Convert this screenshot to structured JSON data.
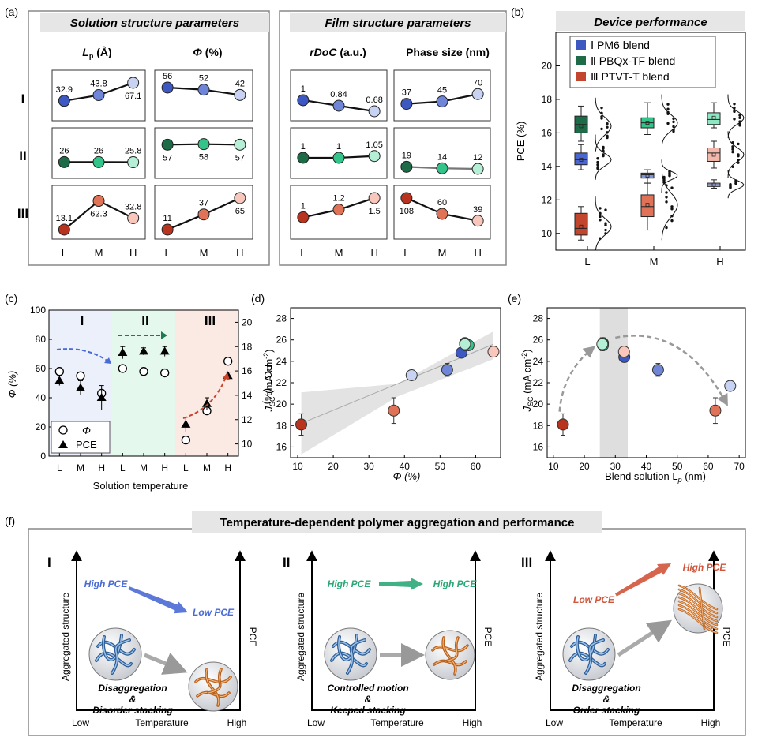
{
  "panel_labels": {
    "a": "(a)",
    "b": "(b)",
    "c": "(c)",
    "d": "(d)",
    "e": "(e)",
    "f": "(f)"
  },
  "colors": {
    "I": {
      "L": "#3d58c0",
      "M": "#6f86d8",
      "H": "#c8d2f2"
    },
    "II": {
      "L": "#1e6b48",
      "M": "#33c48a",
      "H": "#b5f0d6"
    },
    "III": {
      "L": "#b8341e",
      "M": "#e07258",
      "H": "#f8c6bb"
    },
    "header_bg": "#e6e6e6",
    "panel_border": "#888888",
    "shade_I": "#ecf0fb",
    "shade_II": "#e5f8ee",
    "shade_III": "#fbe9e4"
  },
  "roman": [
    "I",
    "II",
    "III"
  ],
  "panel_a": {
    "header_left": "Solution structure parameters",
    "header_right": "Film structure parameters",
    "columns": [
      {
        "label_main": "L",
        "label_sub": "p",
        "label_unit": " (Å)",
        "italic": true
      },
      {
        "label_main": "Φ",
        "label_sub": "",
        "label_unit": " (%)",
        "italic": true
      },
      {
        "label_main": "rDoC",
        "label_sub": "",
        "label_unit": " (a.u.)",
        "italic": true
      },
      {
        "label_main": "Phase size (nm)",
        "label_sub": "",
        "label_unit": "",
        "italic": false
      }
    ],
    "xticks": [
      "L",
      "M",
      "H"
    ]
  },
  "panel_b": {
    "header": "Device performance",
    "ylabel": "PCE (%)",
    "legend": [
      {
        "num": "Ⅰ",
        "name": "PM6 blend"
      },
      {
        "num": "Ⅱ",
        "name": "PBQx-TF blend"
      },
      {
        "num": "Ⅲ",
        "name": "PTVT-T blend"
      }
    ]
  },
  "panel_c": {
    "xlabel": "Solution temperature",
    "ylabel_left": "Φ (%)",
    "ylabel_right": "PCE (%)",
    "legend_phi": "Φ",
    "legend_pce": "PCE"
  },
  "panel_d": {
    "ylabel_main": "J",
    "ylabel_sub": "SC",
    "ylabel_unit": " (mA cm",
    "ylabel_sup": "-2",
    "xlabel": "Φ (%)"
  },
  "panel_e": {
    "ylabel_main": "J",
    "ylabel_sub": "SC",
    "ylabel_unit": " (mA cm",
    "ylabel_sup": "-2",
    "xlabel_main": "Blend solution L",
    "xlabel_sub": "p",
    "xlabel_unit": " (nm)"
  },
  "panel_f": {
    "title": "Temperature-dependent polymer aggregation and performance",
    "ylabel": "Aggregated structure",
    "ylabel_right": "PCE",
    "x_low": "Low",
    "x_mid": "Temperature",
    "x_high": "High",
    "I": {
      "pce_start": "High PCE",
      "pce_end": "Low PCE",
      "caption1": "Disaggregation",
      "caption2": "&",
      "caption3": "Disorder stacking"
    },
    "II": {
      "pce_start": "High PCE",
      "pce_end": "High PCE",
      "caption1": "Controlled motion",
      "caption2": "&",
      "caption3": "Keeped stacking"
    },
    "III": {
      "pce_start": "Low PCE",
      "pce_end": "High PCE",
      "caption1": "Disaggregation",
      "caption2": "&",
      "caption3": "Order stacking"
    }
  },
  "chart_data": [
    {
      "id": "a_lp",
      "type": "line",
      "title": "Lp (Å)",
      "categories": [
        "L",
        "M",
        "H"
      ],
      "series": [
        {
          "name": "I",
          "values": [
            32.9,
            43.8,
            67.1
          ],
          "labels": [
            "32.9",
            "43.8",
            "67.1"
          ]
        },
        {
          "name": "II",
          "values": [
            26,
            26,
            25.8
          ],
          "labels": [
            "26",
            "26",
            "25.8"
          ]
        },
        {
          "name": "III",
          "values": [
            13.1,
            62.3,
            32.8
          ],
          "labels": [
            "13.1",
            "62.3",
            "32.8"
          ]
        }
      ]
    },
    {
      "id": "a_phi",
      "type": "line",
      "title": "Φ (%)",
      "categories": [
        "L",
        "M",
        "H"
      ],
      "series": [
        {
          "name": "I",
          "values": [
            56,
            52,
            42
          ],
          "labels": [
            "56",
            "52",
            "42"
          ]
        },
        {
          "name": "II",
          "values": [
            57,
            58,
            57
          ],
          "labels": [
            "57",
            "58",
            "57"
          ]
        },
        {
          "name": "III",
          "values": [
            11,
            37,
            65
          ],
          "labels": [
            "11",
            "37",
            "65"
          ]
        }
      ]
    },
    {
      "id": "a_rdoc",
      "type": "line",
      "title": "rDoC (a.u.)",
      "categories": [
        "L",
        "M",
        "H"
      ],
      "series": [
        {
          "name": "I",
          "values": [
            1,
            0.84,
            0.68
          ],
          "labels": [
            "1",
            "0.84",
            "0.68"
          ]
        },
        {
          "name": "II",
          "values": [
            1,
            1,
            1.05
          ],
          "labels": [
            "1",
            "1",
            "1.05"
          ]
        },
        {
          "name": "III",
          "values": [
            1,
            1.2,
            1.5
          ],
          "labels": [
            "1",
            "1.2",
            "1.5"
          ]
        }
      ]
    },
    {
      "id": "a_phase",
      "type": "line",
      "title": "Phase size (nm)",
      "categories": [
        "L",
        "M",
        "H"
      ],
      "series": [
        {
          "name": "I",
          "values": [
            37,
            45,
            70
          ],
          "labels": [
            "37",
            "45",
            "70"
          ]
        },
        {
          "name": "II",
          "values": [
            19,
            14,
            12
          ],
          "labels": [
            "19",
            "14",
            "12"
          ]
        },
        {
          "name": "III",
          "values": [
            108,
            60,
            39
          ],
          "labels": [
            "108",
            "60",
            "39"
          ]
        }
      ]
    },
    {
      "id": "b",
      "type": "box",
      "categories": [
        "L",
        "M",
        "H"
      ],
      "ylim": [
        9,
        22
      ],
      "yticks": [
        10,
        12,
        14,
        16,
        18,
        20
      ],
      "series": [
        {
          "name": "PM6 blend",
          "boxes": [
            {
              "min": 13.8,
              "q1": 14.1,
              "med": 14.4,
              "q3": 14.8,
              "max": 15.3,
              "mean": 14.4
            },
            {
              "min": 13.0,
              "q1": 13.3,
              "med": 13.5,
              "q3": 13.6,
              "max": 13.8,
              "mean": 13.45
            },
            {
              "min": 12.7,
              "q1": 12.8,
              "med": 12.9,
              "q3": 13.0,
              "max": 13.2,
              "mean": 12.9
            }
          ]
        },
        {
          "name": "PBQx-TF blend",
          "boxes": [
            {
              "min": 15.5,
              "q1": 16.0,
              "med": 16.5,
              "q3": 17.0,
              "max": 17.6,
              "mean": 16.4
            },
            {
              "min": 15.9,
              "q1": 16.3,
              "med": 16.6,
              "q3": 16.9,
              "max": 17.8,
              "mean": 16.6
            },
            {
              "min": 16.3,
              "q1": 16.5,
              "med": 16.8,
              "q3": 17.2,
              "max": 17.8,
              "mean": 16.9
            }
          ]
        },
        {
          "name": "PTVT-T blend",
          "boxes": [
            {
              "min": 9.6,
              "q1": 9.9,
              "med": 10.3,
              "q3": 11.2,
              "max": 11.6,
              "mean": 10.4
            },
            {
              "min": 10.2,
              "q1": 11.0,
              "med": 11.6,
              "q3": 12.3,
              "max": 13.0,
              "mean": 11.7
            },
            {
              "min": 13.9,
              "q1": 14.3,
              "med": 14.8,
              "q3": 15.1,
              "max": 15.5,
              "mean": 14.7
            }
          ]
        }
      ]
    },
    {
      "id": "c",
      "type": "scatter",
      "categories": [
        "L",
        "M",
        "H",
        "L",
        "M",
        "H",
        "L",
        "M",
        "H"
      ],
      "ylim_left": [
        0,
        100
      ],
      "ylim_right": [
        9,
        21
      ],
      "yticks_left": [
        0,
        20,
        40,
        60,
        80,
        100
      ],
      "yticks_right": [
        10,
        12,
        14,
        16,
        18,
        20
      ],
      "phi": [
        58,
        55,
        43,
        60,
        58,
        57,
        11,
        31,
        65
      ],
      "pce": [
        15.2,
        14.6,
        13.8,
        17.5,
        17.6,
        17.6,
        11.6,
        13.3,
        15.6
      ],
      "pce_err": [
        0.4,
        0.6,
        1.0,
        0.5,
        0.3,
        0.4,
        0.6,
        0.5,
        0.3
      ],
      "groups": [
        "I",
        "II",
        "III"
      ]
    },
    {
      "id": "d",
      "type": "scatter",
      "xlim": [
        8,
        67
      ],
      "ylim": [
        15,
        29
      ],
      "xticks": [
        10,
        20,
        30,
        40,
        50,
        60
      ],
      "yticks": [
        16,
        18,
        20,
        22,
        24,
        26,
        28
      ],
      "points": [
        {
          "g": "I",
          "c": "L",
          "x": 56,
          "y": 24.8,
          "err": 0.3
        },
        {
          "g": "I",
          "c": "M",
          "x": 52,
          "y": 23.2,
          "err": 0.6
        },
        {
          "g": "I",
          "c": "H",
          "x": 42,
          "y": 22.7,
          "err": 0.2
        },
        {
          "g": "II",
          "c": "L",
          "x": 57,
          "y": 25.7,
          "err": 0.5
        },
        {
          "g": "II",
          "c": "M",
          "x": 58,
          "y": 25.5,
          "err": 0.4
        },
        {
          "g": "II",
          "c": "H",
          "x": 57,
          "y": 25.6,
          "err": 0.6
        },
        {
          "g": "III",
          "c": "L",
          "x": 11,
          "y": 18.1,
          "err": 1.0
        },
        {
          "g": "III",
          "c": "M",
          "x": 37,
          "y": 19.4,
          "err": 1.2
        },
        {
          "g": "III",
          "c": "H",
          "x": 65,
          "y": 24.9,
          "err": 0.2
        }
      ],
      "fit": {
        "x0": 11,
        "y0": 18.2,
        "x1": 65,
        "y1": 25.6
      }
    },
    {
      "id": "e",
      "type": "scatter",
      "xlim": [
        8,
        72
      ],
      "ylim": [
        15,
        29
      ],
      "xticks": [
        10,
        20,
        30,
        40,
        50,
        60,
        70
      ],
      "yticks": [
        16,
        18,
        20,
        22,
        24,
        26,
        28
      ],
      "shade_x": [
        25,
        34
      ],
      "points": [
        {
          "g": "I",
          "c": "L",
          "x": 32.9,
          "y": 24.4,
          "err": 0.3
        },
        {
          "g": "I",
          "c": "M",
          "x": 43.8,
          "y": 23.2,
          "err": 0.6
        },
        {
          "g": "I",
          "c": "H",
          "x": 67.1,
          "y": 21.7,
          "err": 0.2
        },
        {
          "g": "II",
          "c": "L",
          "x": 26,
          "y": 25.7,
          "err": 0.5
        },
        {
          "g": "II",
          "c": "M",
          "x": 26,
          "y": 25.5,
          "err": 0.4
        },
        {
          "g": "II",
          "c": "H",
          "x": 25.8,
          "y": 25.6,
          "err": 0.6
        },
        {
          "g": "III",
          "c": "L",
          "x": 13.1,
          "y": 18.1,
          "err": 1.0
        },
        {
          "g": "III",
          "c": "M",
          "x": 62.3,
          "y": 19.4,
          "err": 1.2
        },
        {
          "g": "III",
          "c": "H",
          "x": 32.8,
          "y": 24.9,
          "err": 0.2
        }
      ]
    }
  ]
}
